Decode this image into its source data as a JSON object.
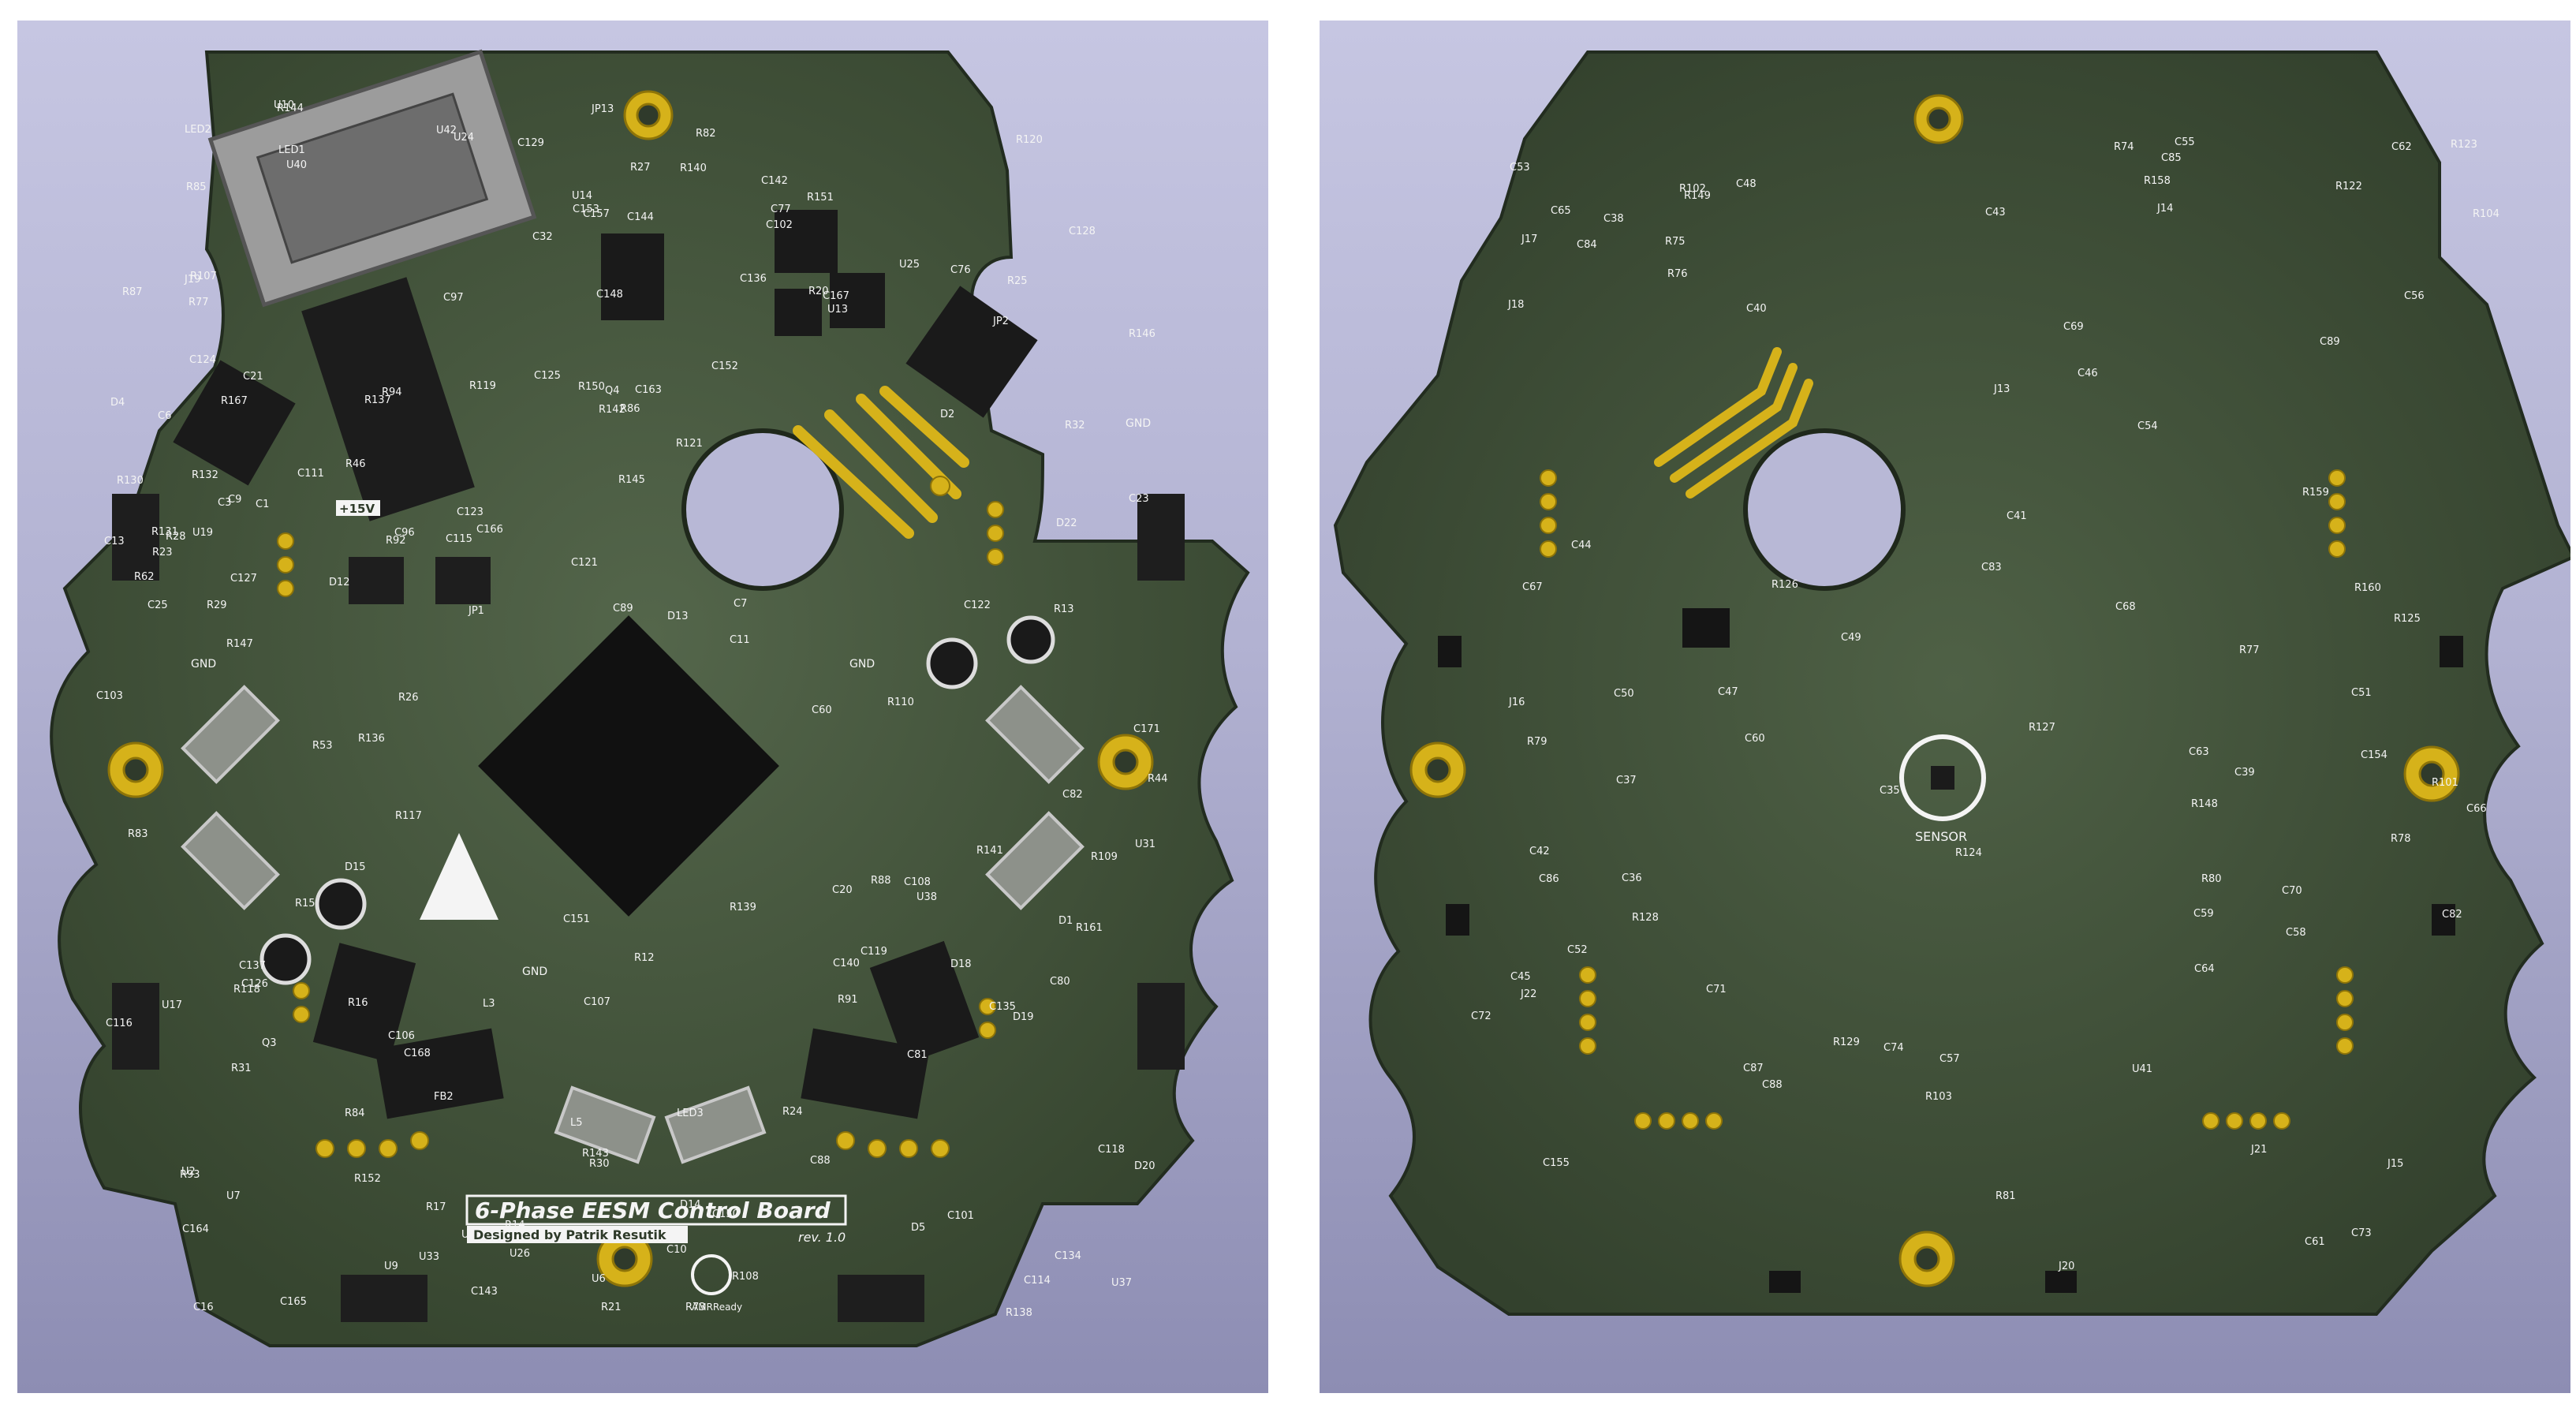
{
  "front": {
    "title_line1": "6-Phase EESM Control Board",
    "rev": "rev. 1.0",
    "designer": "Designed by Patrik Resutik",
    "amr_logo_text": "AMRReady",
    "gnd_label": "GND",
    "voltage_label": "+15V",
    "refdes": [
      "R167",
      "U2",
      "C7",
      "C168",
      "R151",
      "C163",
      "C167",
      "U40",
      "U37",
      "R147",
      "R146",
      "C165",
      "R150",
      "Q3",
      "C166",
      "C164",
      "R152",
      "Q4",
      "U38",
      "C21",
      "C157",
      "C25",
      "C20",
      "C23",
      "L5",
      "R94",
      "U25",
      "C106",
      "C114",
      "C118",
      "C108",
      "R82",
      "C115",
      "D12",
      "R91",
      "U9",
      "C13",
      "C11",
      "C16",
      "R30",
      "R31",
      "R32",
      "R87",
      "C119",
      "C88",
      "R84",
      "LED1",
      "LED2",
      "LED3",
      "R25",
      "R27",
      "R26",
      "R28",
      "R46",
      "C76",
      "U10",
      "C77",
      "C32",
      "C89",
      "C116",
      "C107",
      "U27",
      "R88",
      "R92",
      "R93",
      "R85",
      "C111",
      "R83",
      "C121",
      "D14",
      "D13",
      "U7",
      "C60",
      "R161",
      "U6",
      "R13",
      "R12",
      "C101",
      "R73",
      "R24",
      "U14",
      "R44",
      "C81",
      "C80",
      "R23",
      "R21",
      "R20",
      "U13",
      "R53",
      "U42",
      "C171",
      "R62",
      "R15",
      "R16",
      "R17",
      "JP2",
      "JP1",
      "C82",
      "R77",
      "R86",
      "U24",
      "U17",
      "C128",
      "C125",
      "C129",
      "R118",
      "R120",
      "R121",
      "R119",
      "R110",
      "D15",
      "C134",
      "U26",
      "C122",
      "C124",
      "C126",
      "R108",
      "C96",
      "C97",
      "R109",
      "D18",
      "R117",
      "C137",
      "U31",
      "C123",
      "C127",
      "C135",
      "R107",
      "R14",
      "D5",
      "R143",
      "C153",
      "D22",
      "R137",
      "R131",
      "C143",
      "R141",
      "R140",
      "C148",
      "R145",
      "R136",
      "C152",
      "R139",
      "C144",
      "C103",
      "JP13",
      "C102",
      "R132",
      "C151",
      "D20",
      "R144",
      "R138",
      "D19",
      "C150",
      "R130",
      "C142",
      "U33",
      "C136",
      "C140",
      "D4",
      "C9",
      "C6",
      "C10",
      "U19",
      "J19",
      "C1",
      "C3",
      "R29",
      "FB2",
      "D1",
      "L3",
      "R142",
      "D2"
    ]
  },
  "back": {
    "sensor_label": "SENSOR",
    "refdes": [
      "R148",
      "C154",
      "C155",
      "R149",
      "J21",
      "J22",
      "J14",
      "J20",
      "J18",
      "J16",
      "J17",
      "J15",
      "R129",
      "R125",
      "R124",
      "R127",
      "R128",
      "R123",
      "R122",
      "R126",
      "R78",
      "R74",
      "R75",
      "R80",
      "R79",
      "R76",
      "R77",
      "R81",
      "U41",
      "C60",
      "C51",
      "C58",
      "C59",
      "C50",
      "C57",
      "C52",
      "C56",
      "C55",
      "C73",
      "C74",
      "C70",
      "C71",
      "C72",
      "C65",
      "C68",
      "C67",
      "C66",
      "C62",
      "C63",
      "C64",
      "C61",
      "C54",
      "C53",
      "C37",
      "C38",
      "C39",
      "C40",
      "C41",
      "C42",
      "C43",
      "C44",
      "C35",
      "C36",
      "C47",
      "C45",
      "C46",
      "C48",
      "C49",
      "C84",
      "C83",
      "C85",
      "C86",
      "C87",
      "C88",
      "C89",
      "C82",
      "C69",
      "R158",
      "R159",
      "R160",
      "R101",
      "R102",
      "R103",
      "R104",
      "J13"
    ]
  }
}
